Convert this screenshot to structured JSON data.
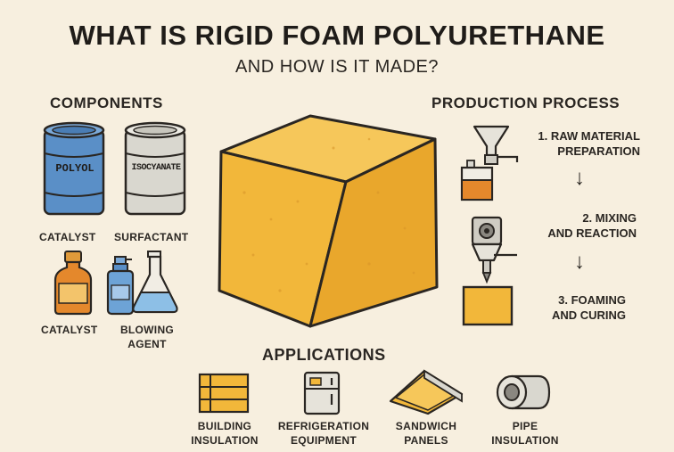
{
  "header": {
    "title": "WHAT IS RIGID FOAM POLYURETHANE",
    "subtitle": "AND HOW IS IT MADE?"
  },
  "components": {
    "heading": "COMPONENTS",
    "drum_labels": [
      "POLYOL",
      "ISOCYANATE"
    ],
    "row1_labels": [
      "CATALYST",
      "SURFACTANT"
    ],
    "row2_labels": [
      "CATALYST",
      "BLOWING",
      "AGENT"
    ]
  },
  "process": {
    "heading": "PRODUCTION PROCESS",
    "steps": [
      {
        "line1": "1. RAW MATERIAL",
        "line2": "PREPARATION"
      },
      {
        "line1": "2. MIXING",
        "line2": "AND REACTION"
      },
      {
        "line1": "3. FOAMING",
        "line2": "AND CURING"
      }
    ],
    "arrow": "↓"
  },
  "applications": {
    "heading": "APPLICATIONS",
    "items": [
      {
        "line1": "BUILDING",
        "line2": "INSULATION",
        "icon": "building-insulation-icon"
      },
      {
        "line1": "REFRIGERATION",
        "line2": "EQUIPMENT",
        "icon": "refrigerator-icon"
      },
      {
        "line1": "SANDWICH",
        "line2": "PANELS",
        "icon": "sandwich-panel-icon"
      },
      {
        "line1": "PIPE",
        "line2": "INSULATION",
        "icon": "pipe-insulation-icon"
      }
    ]
  },
  "colors": {
    "background": "#f7efdf",
    "foam": "#f2b73a",
    "drum_blue": "#5a8fc7",
    "drum_grey": "#d9d7cf",
    "outline": "#2a2622"
  }
}
